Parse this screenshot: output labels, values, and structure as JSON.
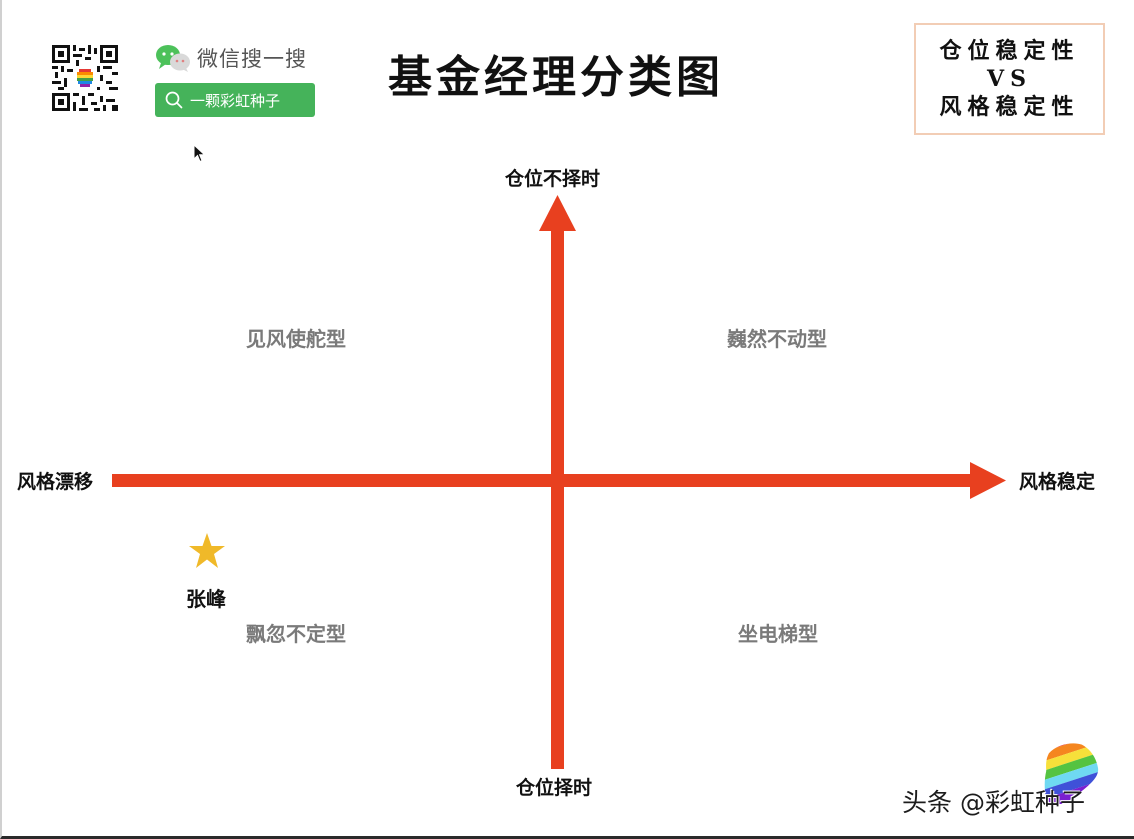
{
  "header": {
    "title": "基金经理分类图",
    "wechat_search_label": "微信搜一搜",
    "search_pill_text": "一颗彩虹种子",
    "qr_icon": "qr-code-icon",
    "wechat_icon": "wechat-icon",
    "search_icon": "search-icon"
  },
  "vs_box": {
    "line1": "仓位稳定性",
    "line2": "VS",
    "line3": "风格稳定性",
    "border_color": "#f2cdb5"
  },
  "axes": {
    "color": "#e8401f",
    "top_label": "仓位不择时",
    "bottom_label": "仓位择时",
    "left_label": "风格漂移",
    "right_label": "风格稳定"
  },
  "quadrants": {
    "top_left": "见风使舵型",
    "top_right": "巍然不动型",
    "bottom_left": "飘忽不定型",
    "bottom_right": "坐电梯型",
    "label_color": "#7a7a7a"
  },
  "points": [
    {
      "name": "张峰",
      "icon": "star-icon",
      "color": "#f0b929",
      "quadrant": "bottom_left"
    }
  ],
  "watermark": {
    "text": "头条 @彩虹种子",
    "logo_icon": "rainbow-seed-logo-icon"
  }
}
